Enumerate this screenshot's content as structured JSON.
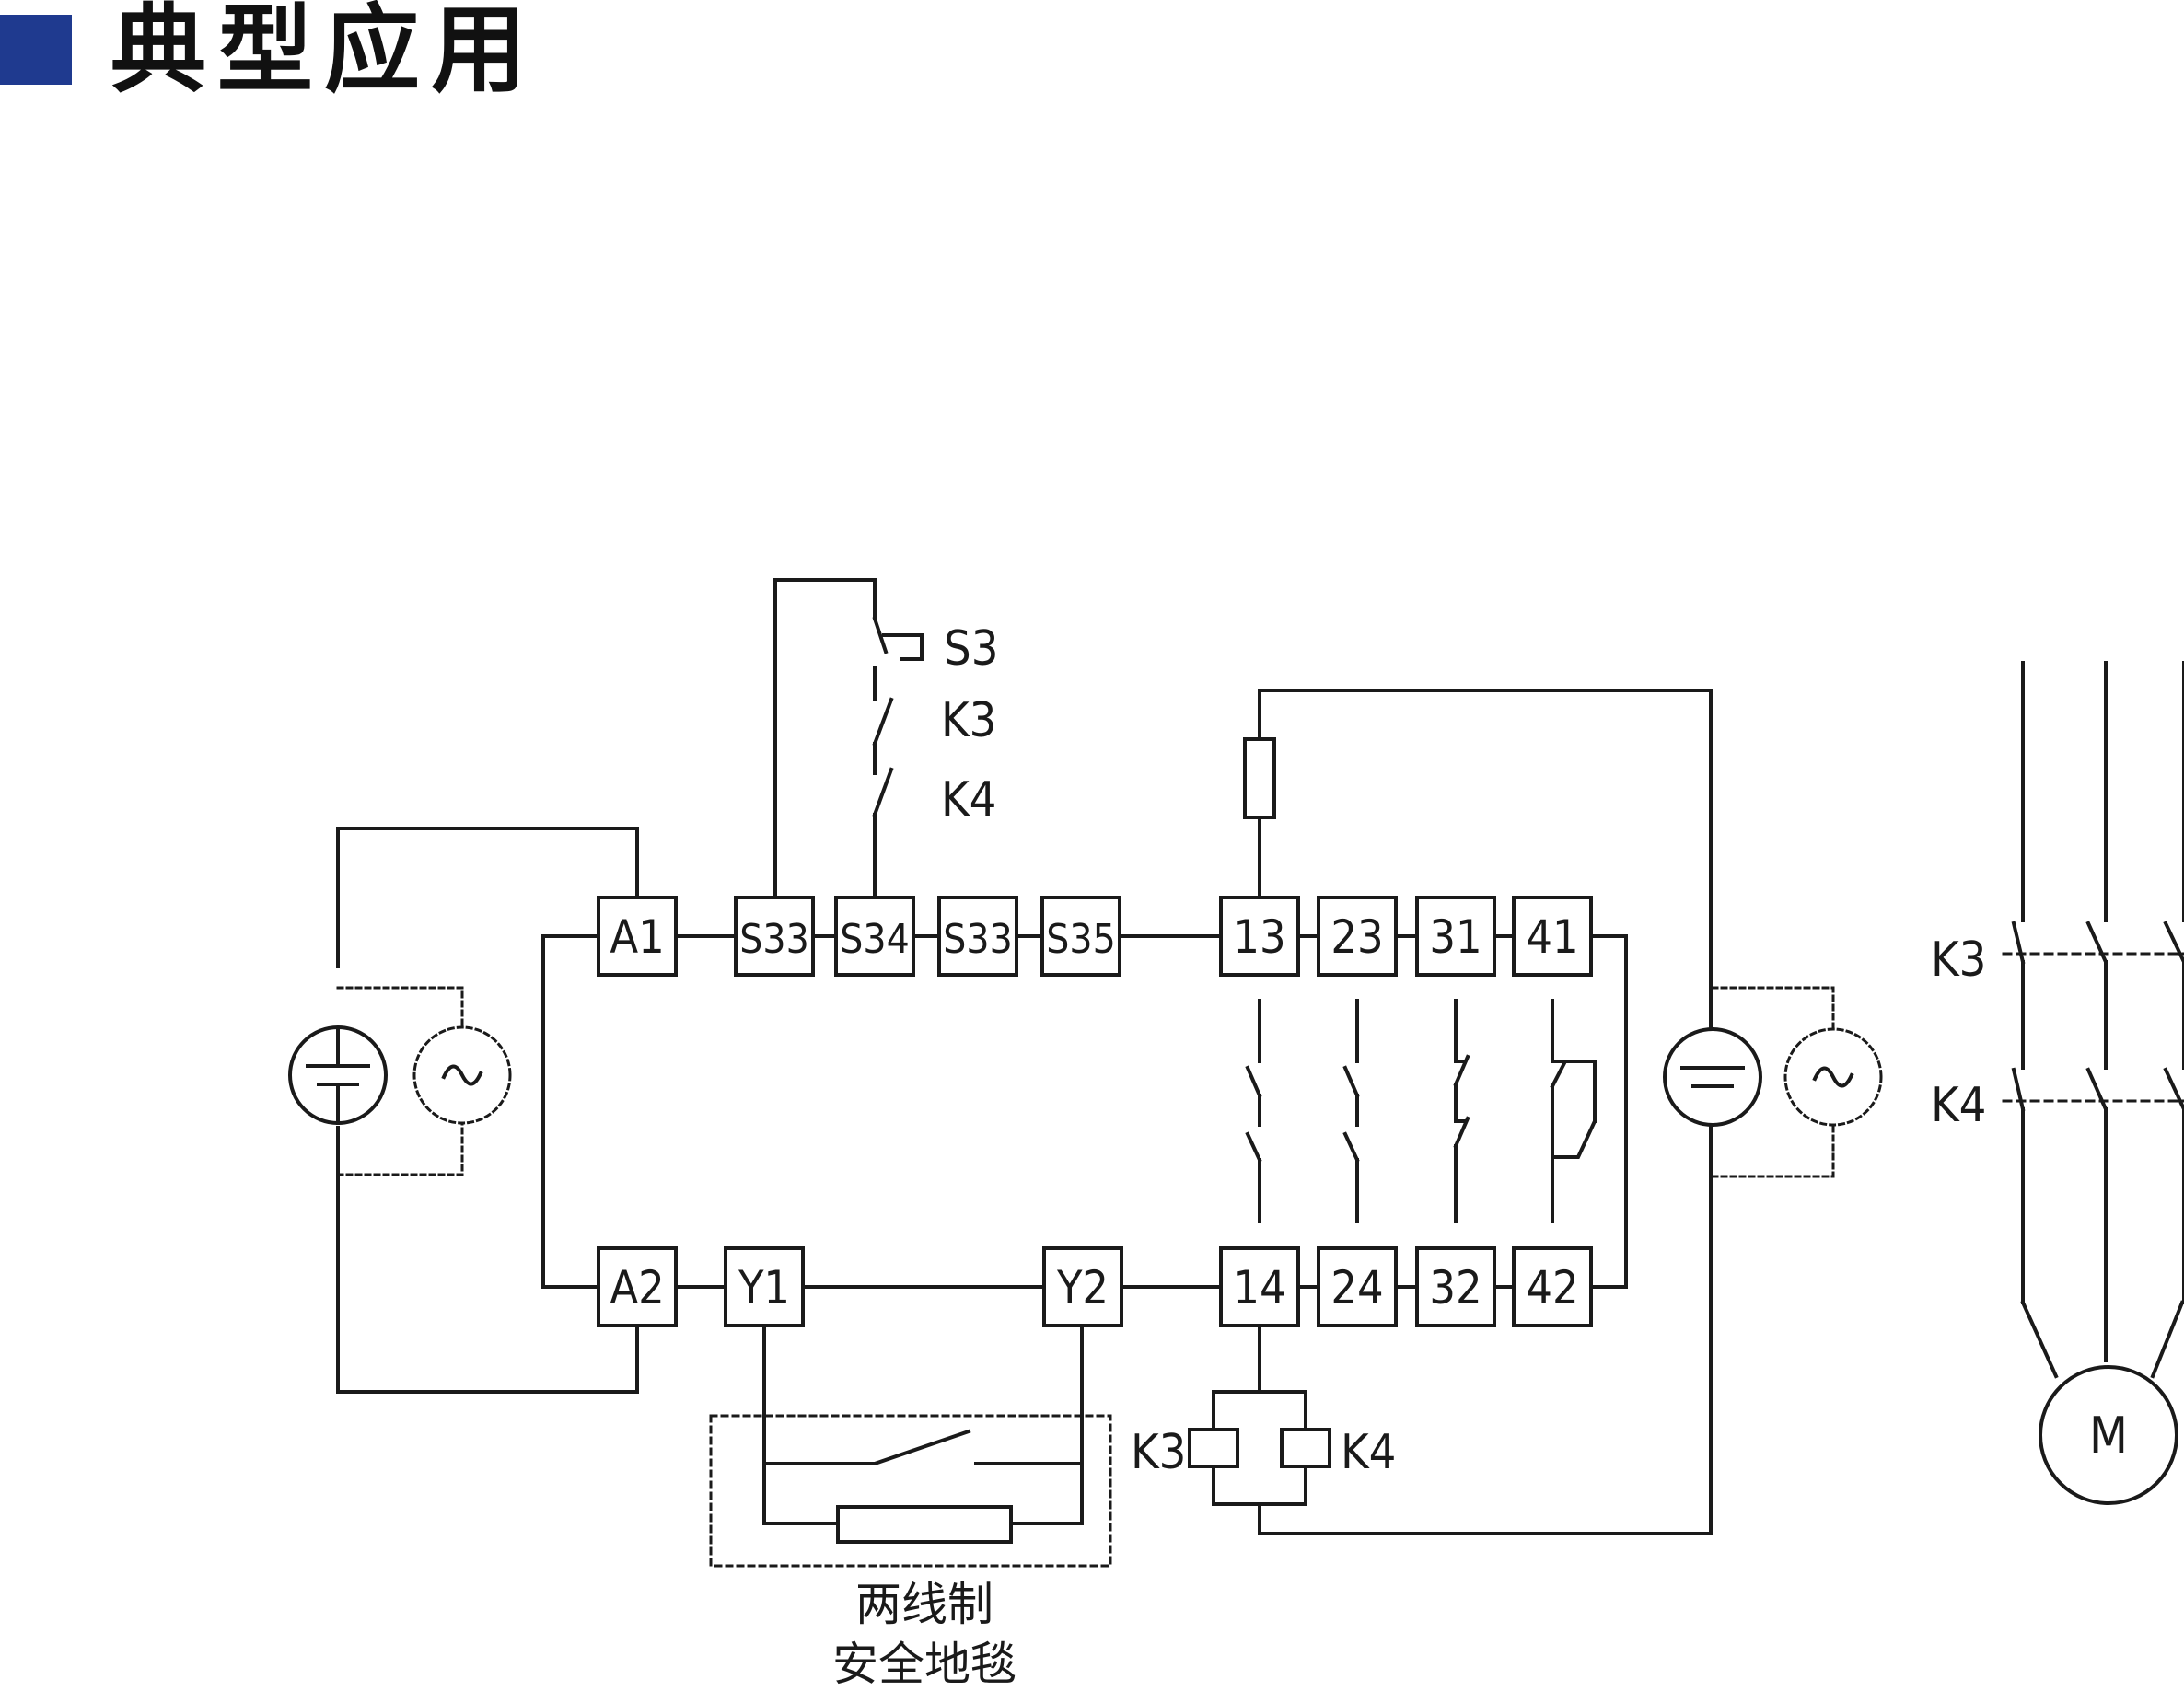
{
  "header": {
    "title": "典型应用",
    "accent_color": "#1f3a8f"
  },
  "terminals": {
    "top_row": [
      "A1",
      "S33",
      "S34",
      "S33",
      "S35",
      "13",
      "23",
      "31",
      "41"
    ],
    "bottom_row": [
      "A2",
      "Y1",
      "Y2",
      "14",
      "24",
      "32",
      "42"
    ]
  },
  "input_chain_labels": [
    "S3",
    "K3",
    "K4"
  ],
  "coil_labels": [
    "K3",
    "K4"
  ],
  "contactor_labels": [
    "K3",
    "K4"
  ],
  "motor_label": "M",
  "safety_mat_caption": [
    "两线制",
    "安全地毯"
  ],
  "colors": {
    "line": "#1a1a1a",
    "accent": "#1f3a8f"
  }
}
